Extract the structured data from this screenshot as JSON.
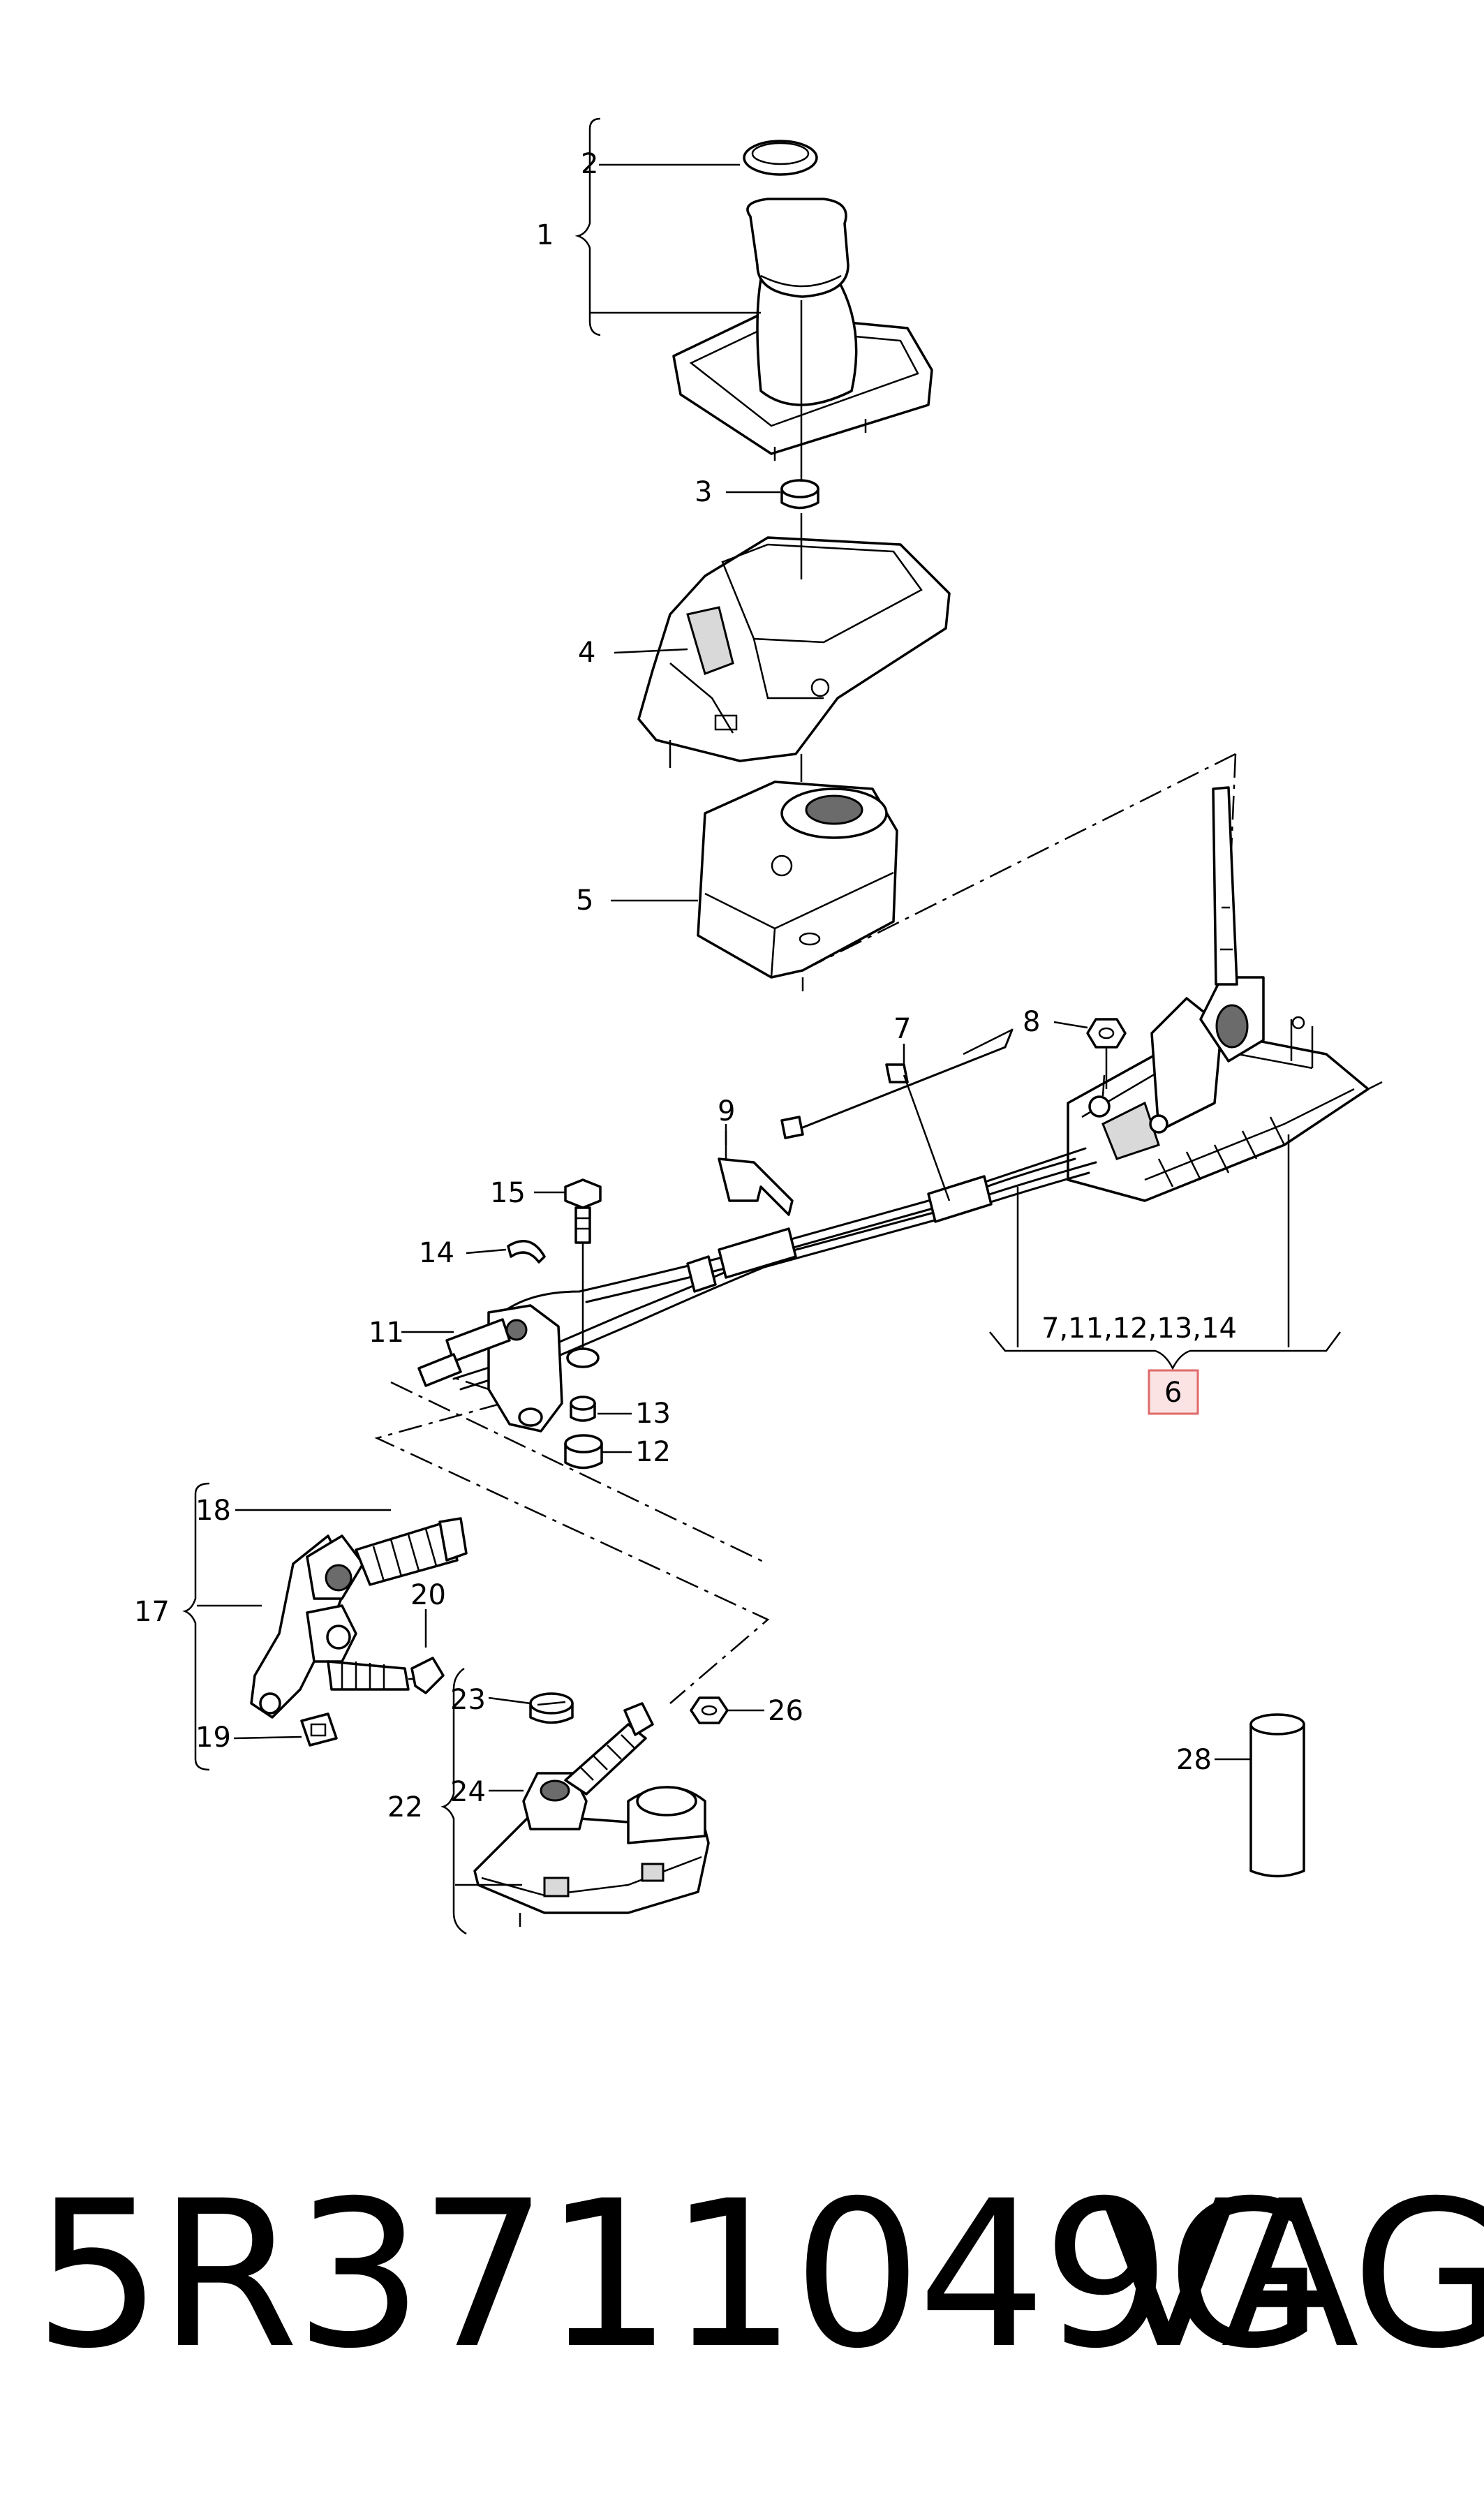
{
  "callouts": {
    "c1": "1",
    "c2": "2",
    "c3": "3",
    "c4": "4",
    "c5": "5",
    "c6": "6",
    "c7": "7",
    "c8": "8",
    "c9": "9",
    "c11": "11",
    "c12": "12",
    "c13": "13",
    "c14": "14",
    "c15": "15",
    "c17": "17",
    "c18": "18",
    "c19": "19",
    "c20": "20",
    "c22": "22",
    "c23": "23",
    "c24": "24",
    "c26": "26",
    "c28": "28",
    "group_6": "7,11,12,13,14"
  },
  "highlight": {
    "callout": "6",
    "border_color": "#e06a6a",
    "fill_color": "#fbe3e3"
  },
  "footer": {
    "part_number": "5R3711049G",
    "brand": "VAG"
  }
}
